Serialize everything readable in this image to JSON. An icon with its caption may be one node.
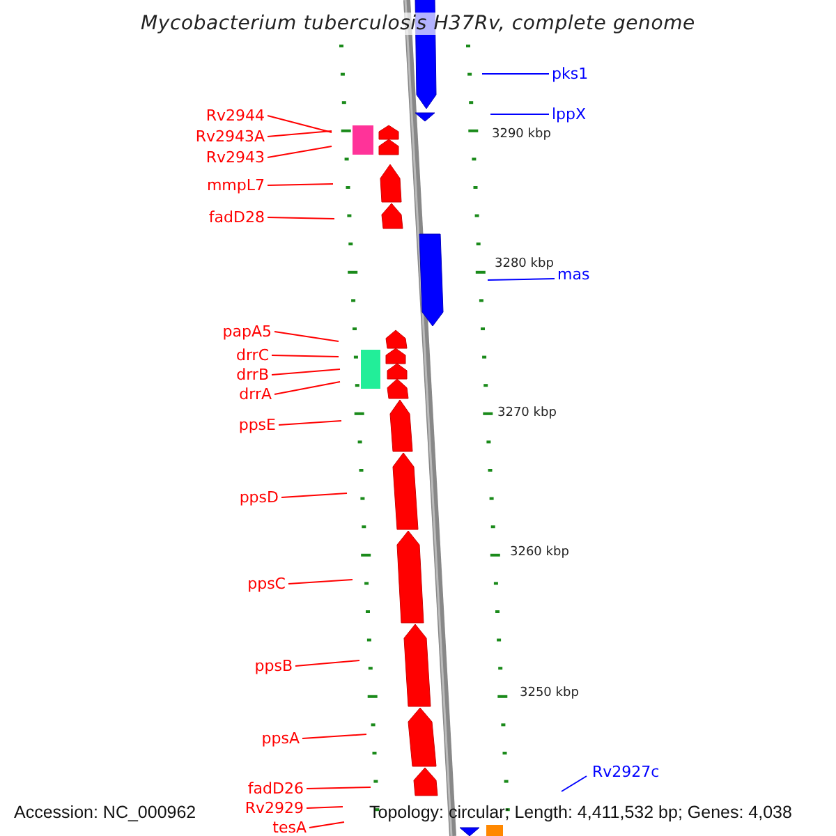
{
  "diagram": {
    "title": "Mycobacterium tuberculosis H37Rv, complete genome",
    "nodes": [
      {
        "text": [
          "pks1"
        ]
      },
      {
        "text": [
          "lppX"
        ]
      },
      {
        "text": [
          "Rv2944"
        ]
      },
      {
        "text": [
          "Rv2943A"
        ]
      },
      {
        "text": [
          "Rv2943"
        ]
      },
      {
        "text": [
          "mmpL7"
        ]
      },
      {
        "text": [
          "fadD28"
        ]
      },
      {
        "text": [
          "mas"
        ]
      },
      {
        "text": [
          "papA5"
        ]
      },
      {
        "text": [
          "drrC"
        ]
      },
      {
        "text": [
          "drrB"
        ]
      },
      {
        "text": [
          "drrA"
        ]
      },
      {
        "text": [
          "ppsE"
        ]
      },
      {
        "text": [
          "ppsD"
        ]
      },
      {
        "text": [
          "ppsC"
        ]
      },
      {
        "text": [
          "ppsB"
        ]
      },
      {
        "text": [
          "ppsA"
        ]
      },
      {
        "text": [
          "Rv2927c"
        ]
      },
      {
        "text": [
          "fadD26"
        ]
      },
      {
        "text": [
          "Rv2929"
        ]
      },
      {
        "text": [
          "tesA"
        ]
      }
    ],
    "edges": [
      {
        "from": 0,
        "to": null,
        "arrow": "none",
        "color": "#0000ff"
      },
      {
        "from": 1,
        "to": null,
        "arrow": "none",
        "color": "#0000ff"
      },
      {
        "from": 2,
        "to": null,
        "arrow": "none"
      },
      {
        "from": 3,
        "to": null,
        "arrow": "none"
      },
      {
        "from": 4,
        "to": null,
        "arrow": "none"
      },
      {
        "from": 5,
        "to": null,
        "arrow": "none"
      },
      {
        "from": 6,
        "to": null,
        "arrow": "none"
      },
      {
        "from": 7,
        "to": null,
        "arrow": "none",
        "color": "#0000ff"
      },
      {
        "from": 8,
        "to": null,
        "arrow": "none"
      },
      {
        "from": 9,
        "to": null,
        "arrow": "none"
      },
      {
        "from": 10,
        "to": null,
        "arrow": "none"
      },
      {
        "from": 11,
        "to": null,
        "arrow": "none"
      },
      {
        "from": 12,
        "to": null,
        "arrow": "none"
      },
      {
        "from": 13,
        "to": null,
        "arrow": "none"
      },
      {
        "from": 14,
        "to": null,
        "arrow": "none"
      },
      {
        "from": 15,
        "to": null,
        "arrow": "none"
      },
      {
        "from": 16,
        "to": null,
        "arrow": "none"
      },
      {
        "from": 17,
        "to": null,
        "arrow": "none",
        "color": "#0000ff"
      },
      {
        "from": 18,
        "to": null,
        "arrow": "none"
      },
      {
        "from": 19,
        "to": null,
        "arrow": "none"
      },
      {
        "from": 20,
        "to": null,
        "arrow": "none"
      }
    ],
    "labels": [
      "3290 kbp",
      "3280 kbp",
      "3270 kbp",
      "3260 kbp",
      "3250 kbp",
      "Accession: NC_000962",
      "Topology: circular; Length: 4,411,532 bp; Genes: 4,038"
    ]
  }
}
